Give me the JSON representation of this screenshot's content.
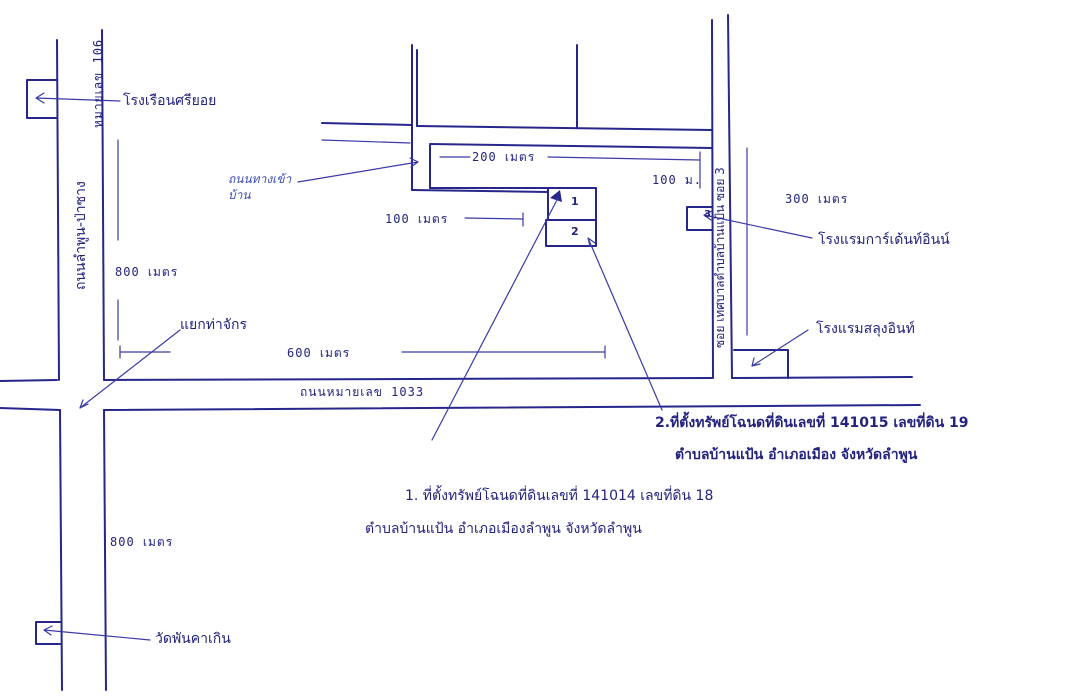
{
  "roads": {
    "road_106": "หมายเลข 106",
    "lamphun_pasang": "ถนนลำพูน-ป่าซาง",
    "road_1033": "ถนนหมายเลข 1033",
    "soi_3": "ซอย เทศบาลตำบลบ้านแป้น ซอย 3"
  },
  "places": {
    "prison": "โรงเรือนศรียอย",
    "tha_chak": "แยกท่าจักร",
    "garden_hotel": "โรงแรมการ์เด้นท์อินน์",
    "salung_hotel": "โรงแรมสลุงอินท์",
    "wat": "วัดพันคาเกิน",
    "house_path": "ถนนทางเข้าบ้าน"
  },
  "distances": {
    "d200": "200 เมตร",
    "d100_right": "100 ม.",
    "d300": "300 เมตร",
    "d100_left": "100 เมตร",
    "d800_upper": "800 เมตร",
    "d600": "600 เมตร",
    "d800_lower": "800 เมตร"
  },
  "plots": {
    "plot_1": "1",
    "plot_2": "2",
    "hotel_marker": "3"
  },
  "notes": {
    "note_2_line1": "2.ที่ตั้งทรัพย์โฉนดที่ดินเลขที่ 141015 เลขที่ดิน 19",
    "note_2_line2": "ตำบลบ้านแป้น อำเภอเมือง จังหวัดลำพูน",
    "note_1_line1": "1. ที่ตั้งทรัพย์โฉนดที่ดินเลขที่ 141014 เลขที่ดิน 18",
    "note_1_line2": "ตำบลบ้านแป้น อำเภอเมืองลำพูน จังหวัดลำพูน"
  },
  "colors": {
    "ink": "#26268c",
    "paper": "#ffffff"
  }
}
